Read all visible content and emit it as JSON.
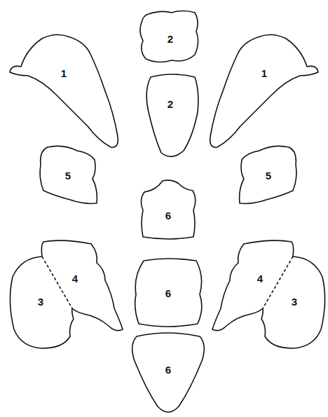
{
  "diagram": {
    "nodes": [
      {
        "text": [
          "2"
        ]
      },
      {
        "text": [
          "1"
        ]
      },
      {
        "text": [
          "1"
        ]
      },
      {
        "text": [
          "2"
        ]
      },
      {
        "text": [
          "5"
        ]
      },
      {
        "text": [
          "5"
        ]
      },
      {
        "text": [
          "6"
        ]
      },
      {
        "text": [
          "4"
        ]
      },
      {
        "text": [
          "4"
        ]
      },
      {
        "text": [
          "6"
        ]
      },
      {
        "text": [
          "3"
        ]
      },
      {
        "text": [
          "3"
        ]
      },
      {
        "text": [
          "6"
        ]
      }
    ]
  }
}
